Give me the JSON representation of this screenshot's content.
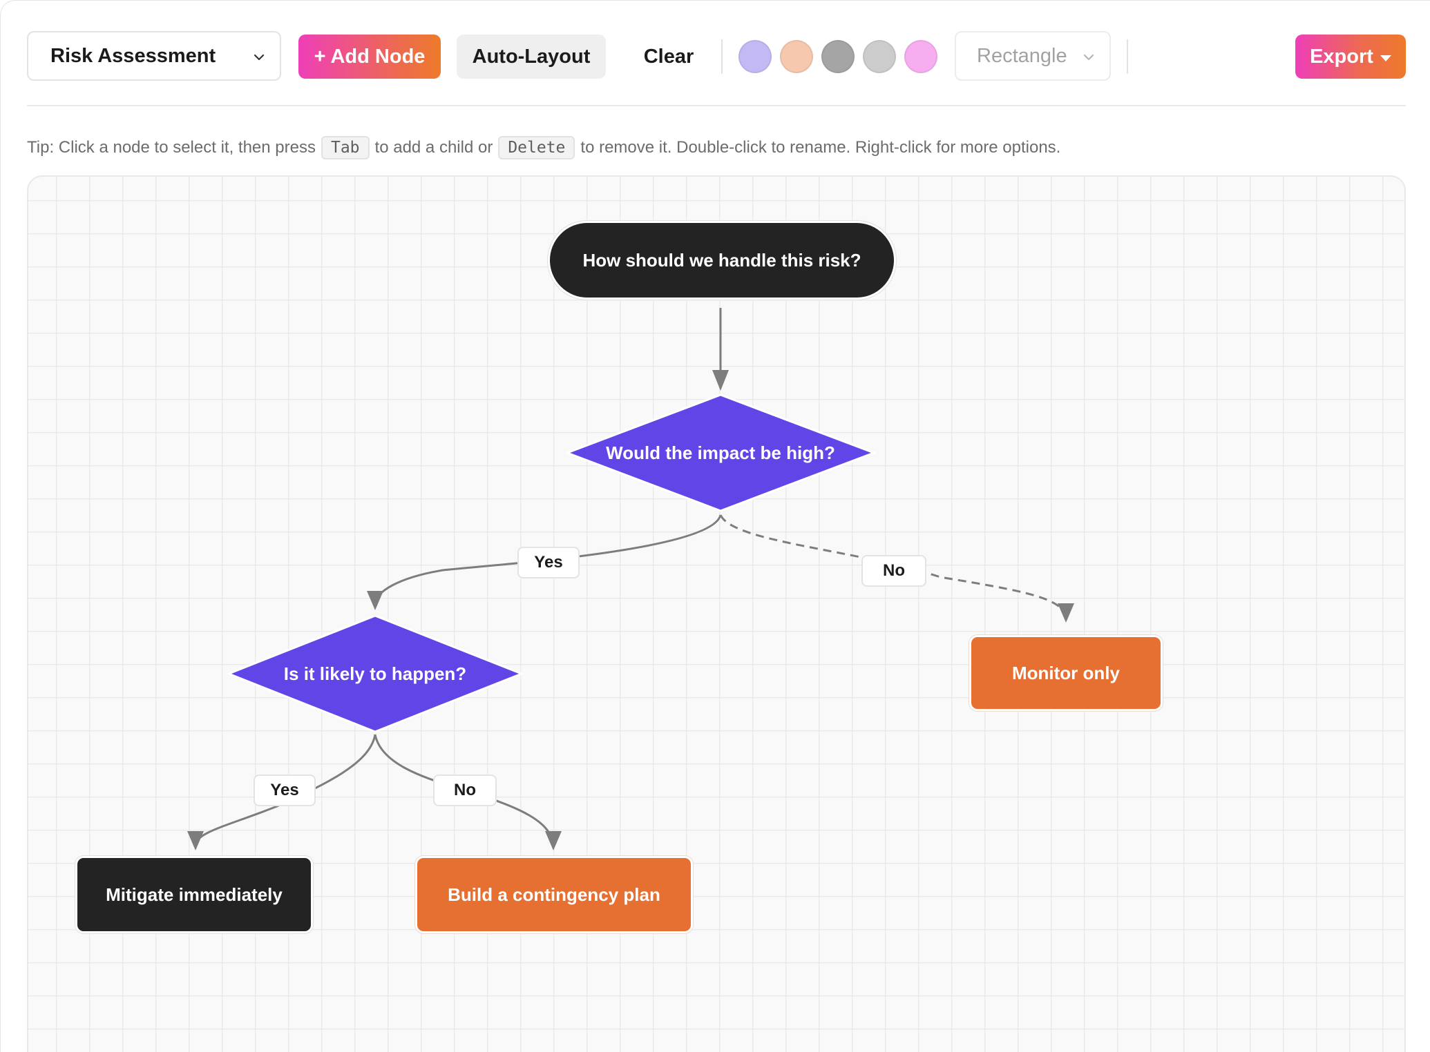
{
  "toolbar": {
    "diagram_select": "Risk Assessment",
    "add_node_label": "+ Add Node",
    "auto_layout_label": "Auto-Layout",
    "clear_label": "Clear",
    "swatches": [
      "#c3b9f4",
      "#f6c8ad",
      "#a5a5a5",
      "#cccccc",
      "#f6aef0"
    ],
    "shape_select": "Rectangle",
    "export_label": "Export"
  },
  "tip": {
    "part1": "Tip: Click a node to select it, then press",
    "key1": "Tab",
    "part2": "to add a child or",
    "key2": "Delete",
    "part3": "to remove it. Double-click to rename. Right-click for more options."
  },
  "flowchart": {
    "nodes": {
      "start": "How should we handle this risk?",
      "impact": "Would the impact be high?",
      "likely": "Is it likely to happen?",
      "monitor": "Monitor only",
      "mitigate": "Mitigate immediately",
      "contingency": "Build a contingency plan"
    },
    "edge_labels": {
      "impact_yes": "Yes",
      "impact_no": "No",
      "likely_yes": "Yes",
      "likely_no": "No"
    }
  },
  "colors": {
    "accent_gradient_start": "#ee3fb9",
    "accent_gradient_end": "#ee7a2b",
    "decision": "#6145e6",
    "terminal_dark": "#232323",
    "action_orange": "#e67031"
  }
}
